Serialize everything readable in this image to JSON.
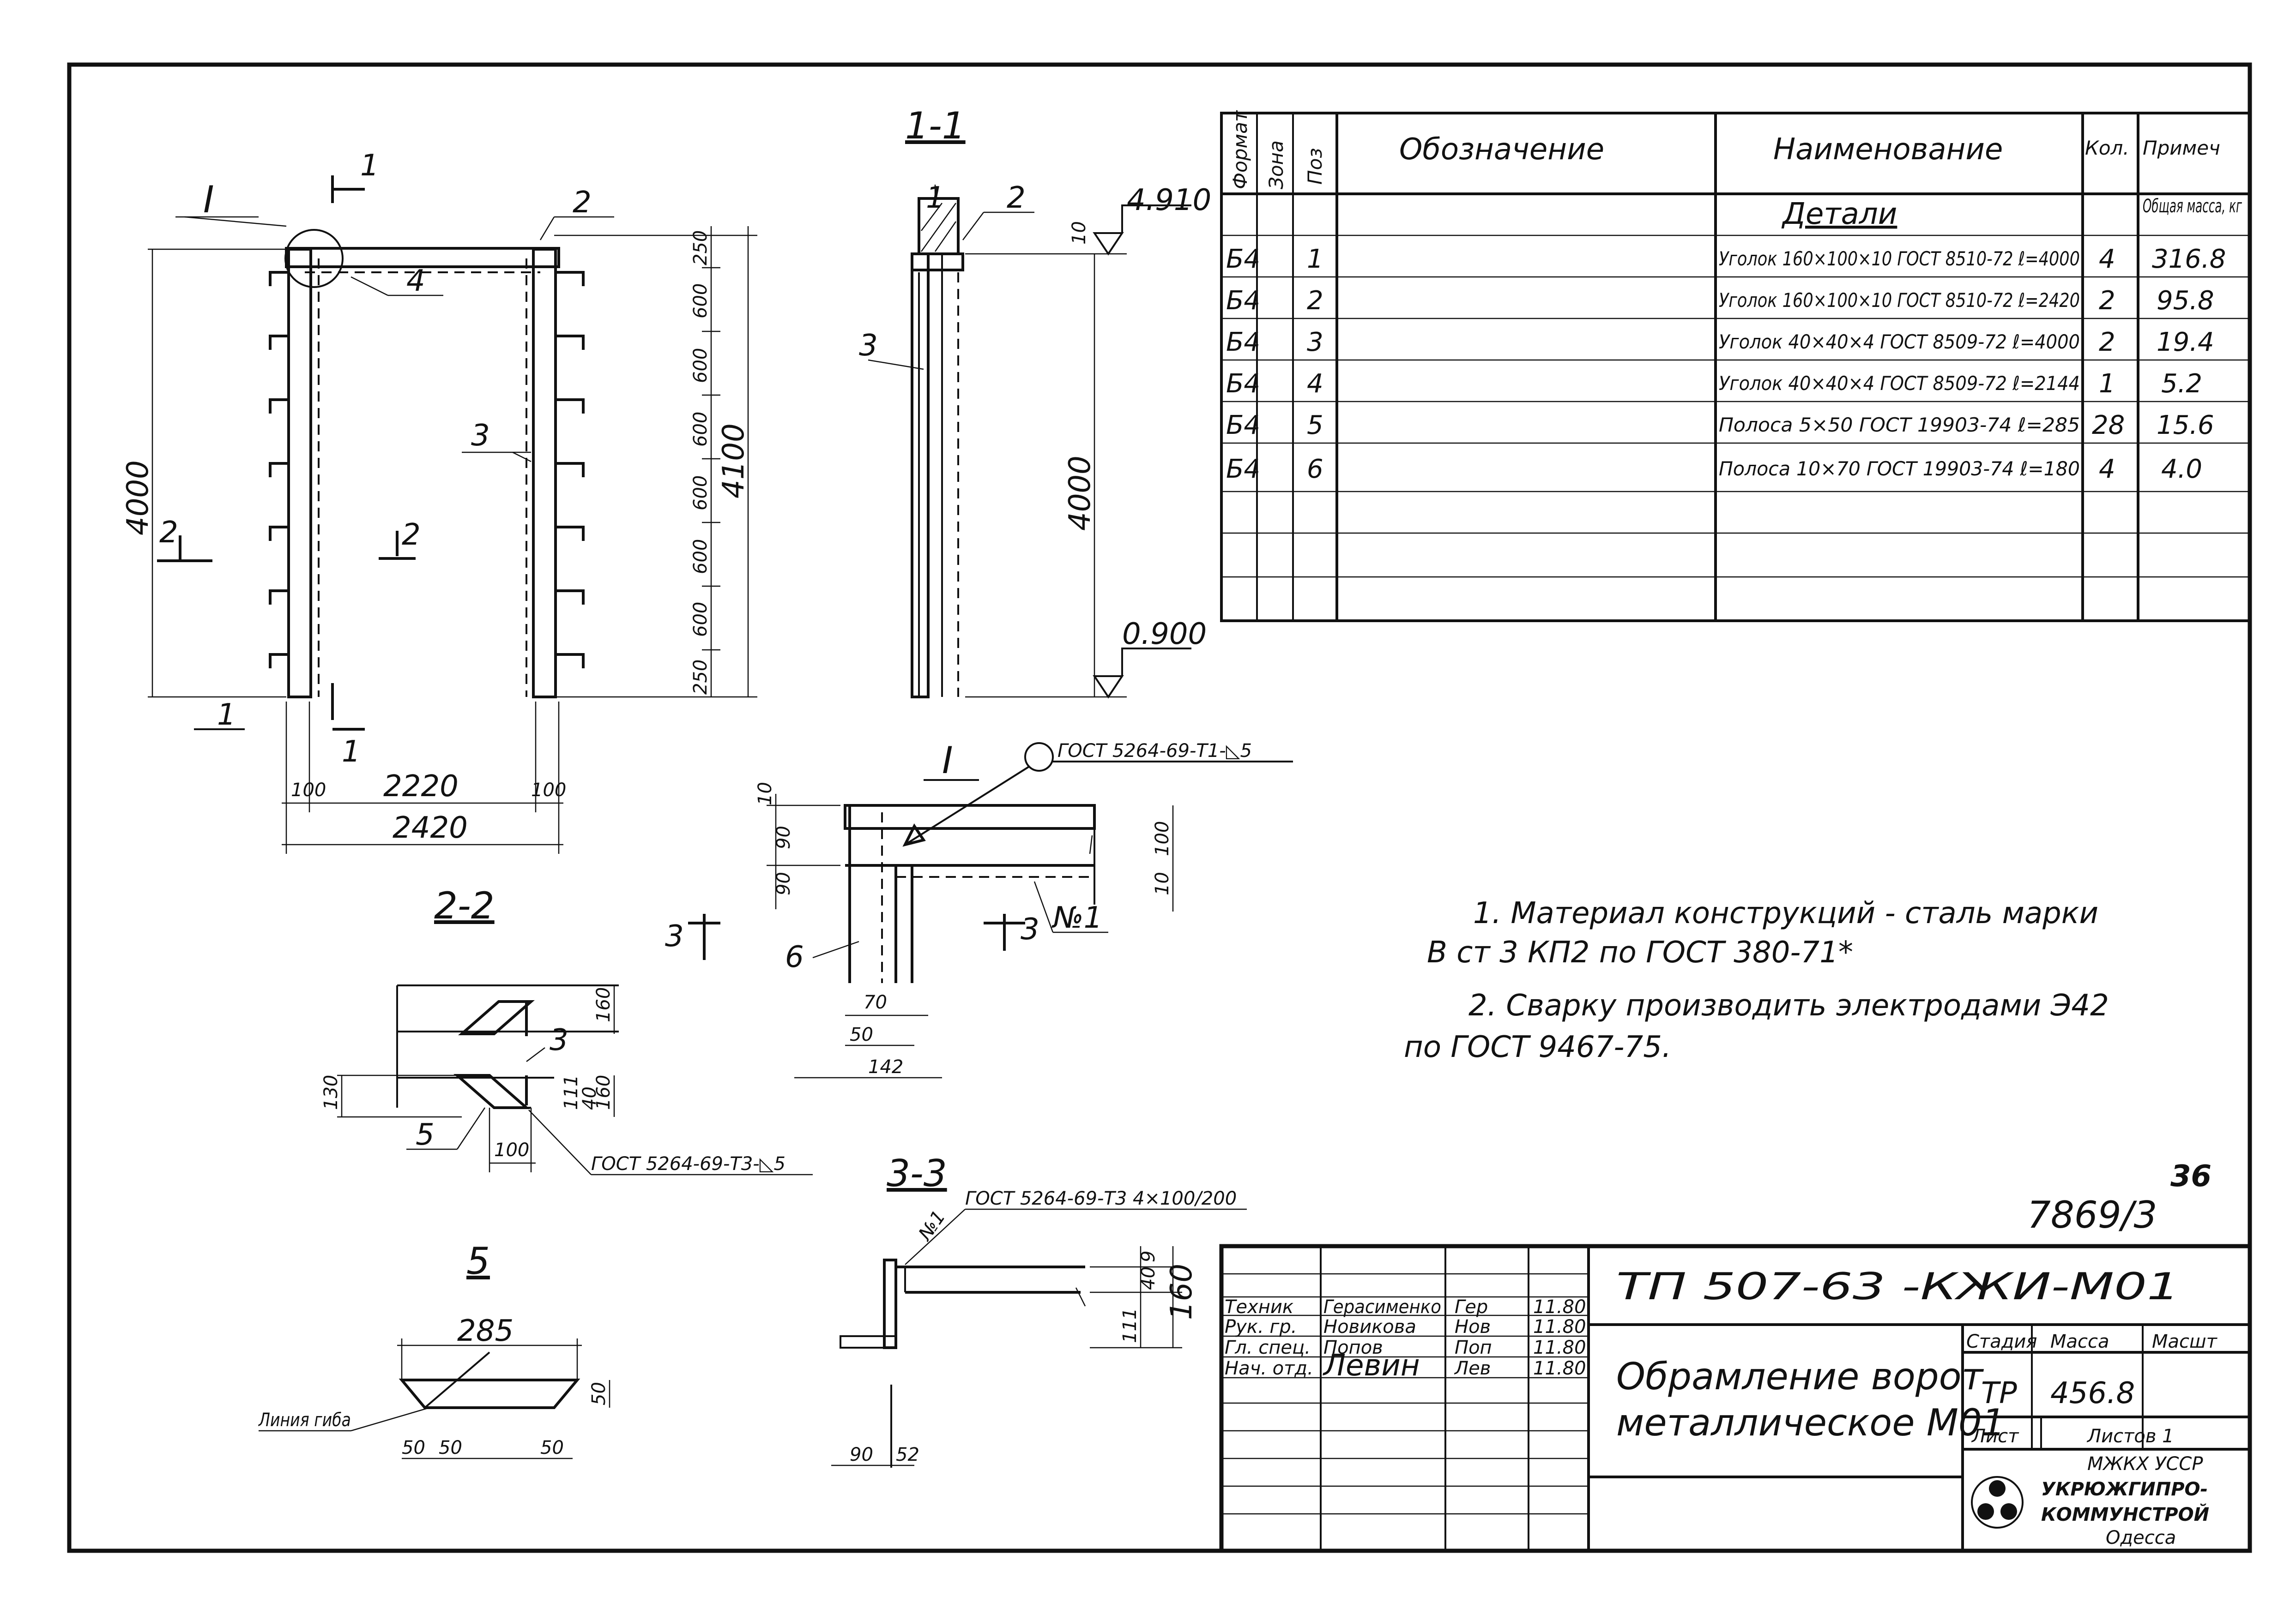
{
  "table": {
    "headers": {
      "format": "Формат",
      "zone": "Зона",
      "pos": "Поз",
      "designation": "Обозначение",
      "name": "Наименование",
      "qty": "Кол.",
      "note": "Примеч"
    },
    "section": "Детали",
    "mass_header": "Общая масса, кг",
    "rows": [
      {
        "format": "Б4",
        "pos": "1",
        "name": "Уголок 160×100×10 ГОСТ 8510-72 ℓ=4000",
        "qty": "4",
        "note": "316.8"
      },
      {
        "format": "Б4",
        "pos": "2",
        "name": "Уголок 160×100×10 ГОСТ 8510-72 ℓ=2420",
        "qty": "2",
        "note": "95.8"
      },
      {
        "format": "Б4",
        "pos": "3",
        "name": "Уголок 40×40×4 ГОСТ 8509-72 ℓ=4000",
        "qty": "2",
        "note": "19.4"
      },
      {
        "format": "Б4",
        "pos": "4",
        "name": "Уголок 40×40×4 ГОСТ 8509-72 ℓ=2144",
        "qty": "1",
        "note": "5.2"
      },
      {
        "format": "Б4",
        "pos": "5",
        "name": "Полоса 5×50 ГОСТ 19903-74 ℓ=285",
        "qty": "28",
        "note": "15.6"
      },
      {
        "format": "Б4",
        "pos": "6",
        "name": "Полоса 10×70 ГОСТ 19903-74 ℓ=180",
        "qty": "4",
        "note": "4.0"
      }
    ]
  },
  "notes": {
    "n1a": "1. Материал конструкций - сталь марки",
    "n1b": "В ст 3 КП2   по ГОСТ 380-71*",
    "n2a": "2. Сварку производить   электродами Э42",
    "n2b": "по ГОСТ 9467-75."
  },
  "views": {
    "v11": "1-1",
    "v22": "2-2",
    "v33": "3-3",
    "vI": "I",
    "v5": "5",
    "cut1": "1",
    "cut2": "2",
    "cut3": "3"
  },
  "elevation": {
    "dims": {
      "h4000": "4000",
      "h4100": "4100",
      "w2220": "2220",
      "w2420": "2420",
      "d100a": "100",
      "d100b": "100",
      "s250a": "250",
      "s250b": "250",
      "s600": [
        "600",
        "600",
        "600",
        "600",
        "600",
        "600"
      ]
    },
    "pos": {
      "p2": "2",
      "p3": "3",
      "p4": "4"
    }
  },
  "section11": {
    "lvl_top": "4.910",
    "lvl_bot": "0.900",
    "d10": "10",
    "d4000": "4000",
    "p1": "1",
    "p2": "2",
    "p3": "3"
  },
  "detailI": {
    "weld": "ГОСТ 5264-69-Т1-◺5",
    "d10": "10",
    "d90a": "90",
    "d90b": "90",
    "d100": "100",
    "d10b": "10",
    "d70": "70",
    "d50": "50",
    "d142": "142",
    "p6": "6",
    "n1": "№1"
  },
  "section22": {
    "weld": "ГОСТ 5264-69-Т3-◺5",
    "d160a": "160",
    "d160b": "160",
    "d130": "130",
    "d111": "111",
    "d40": "40",
    "d100": "100",
    "p3": "3",
    "p5": "5"
  },
  "section33": {
    "weld": "ГОСТ 5264-69-Т3  4×100/200",
    "n1": "№1",
    "d40": "40",
    "d9": "9",
    "d111": "111",
    "d160": "160",
    "d90": "90",
    "d52": "52"
  },
  "part5": {
    "d285": "285",
    "d50": "50",
    "d50a": "50",
    "d50b": "50",
    "d50c": "50",
    "bend": "Линия гиба"
  },
  "stamp": {
    "sheet_num": "36",
    "inv": "7869/3",
    "code": "ТП 507-63 -КЖИ-М01",
    "title1": "Обрамление ворот",
    "title2": "металлическое М01",
    "roles": [
      {
        "role": "Техник",
        "name": "Герасименко",
        "sign": "Гер",
        "date": "11.80"
      },
      {
        "role": "Рук. гр.",
        "name": "Новикова",
        "sign": "Нов",
        "date": "11.80"
      },
      {
        "role": "Гл. спец.",
        "name": "Попов",
        "sign": "Поп",
        "date": "11.80"
      },
      {
        "role": "Нач. отд.",
        "name": "Левин",
        "sign": "Лев",
        "date": "11.80"
      }
    ],
    "stage_label": "Стадия",
    "mass_label": "Масса",
    "scale_label": "Масшт",
    "stage": "ТР",
    "mass": "456.8",
    "sheet_label": "Лист",
    "sheets_label": "Листов 1",
    "org1": "МЖКХ УССР",
    "org2": "УКРЮЖГИПРО-",
    "org3": "КОММУНСТРОЙ",
    "org4": "Одесса"
  }
}
